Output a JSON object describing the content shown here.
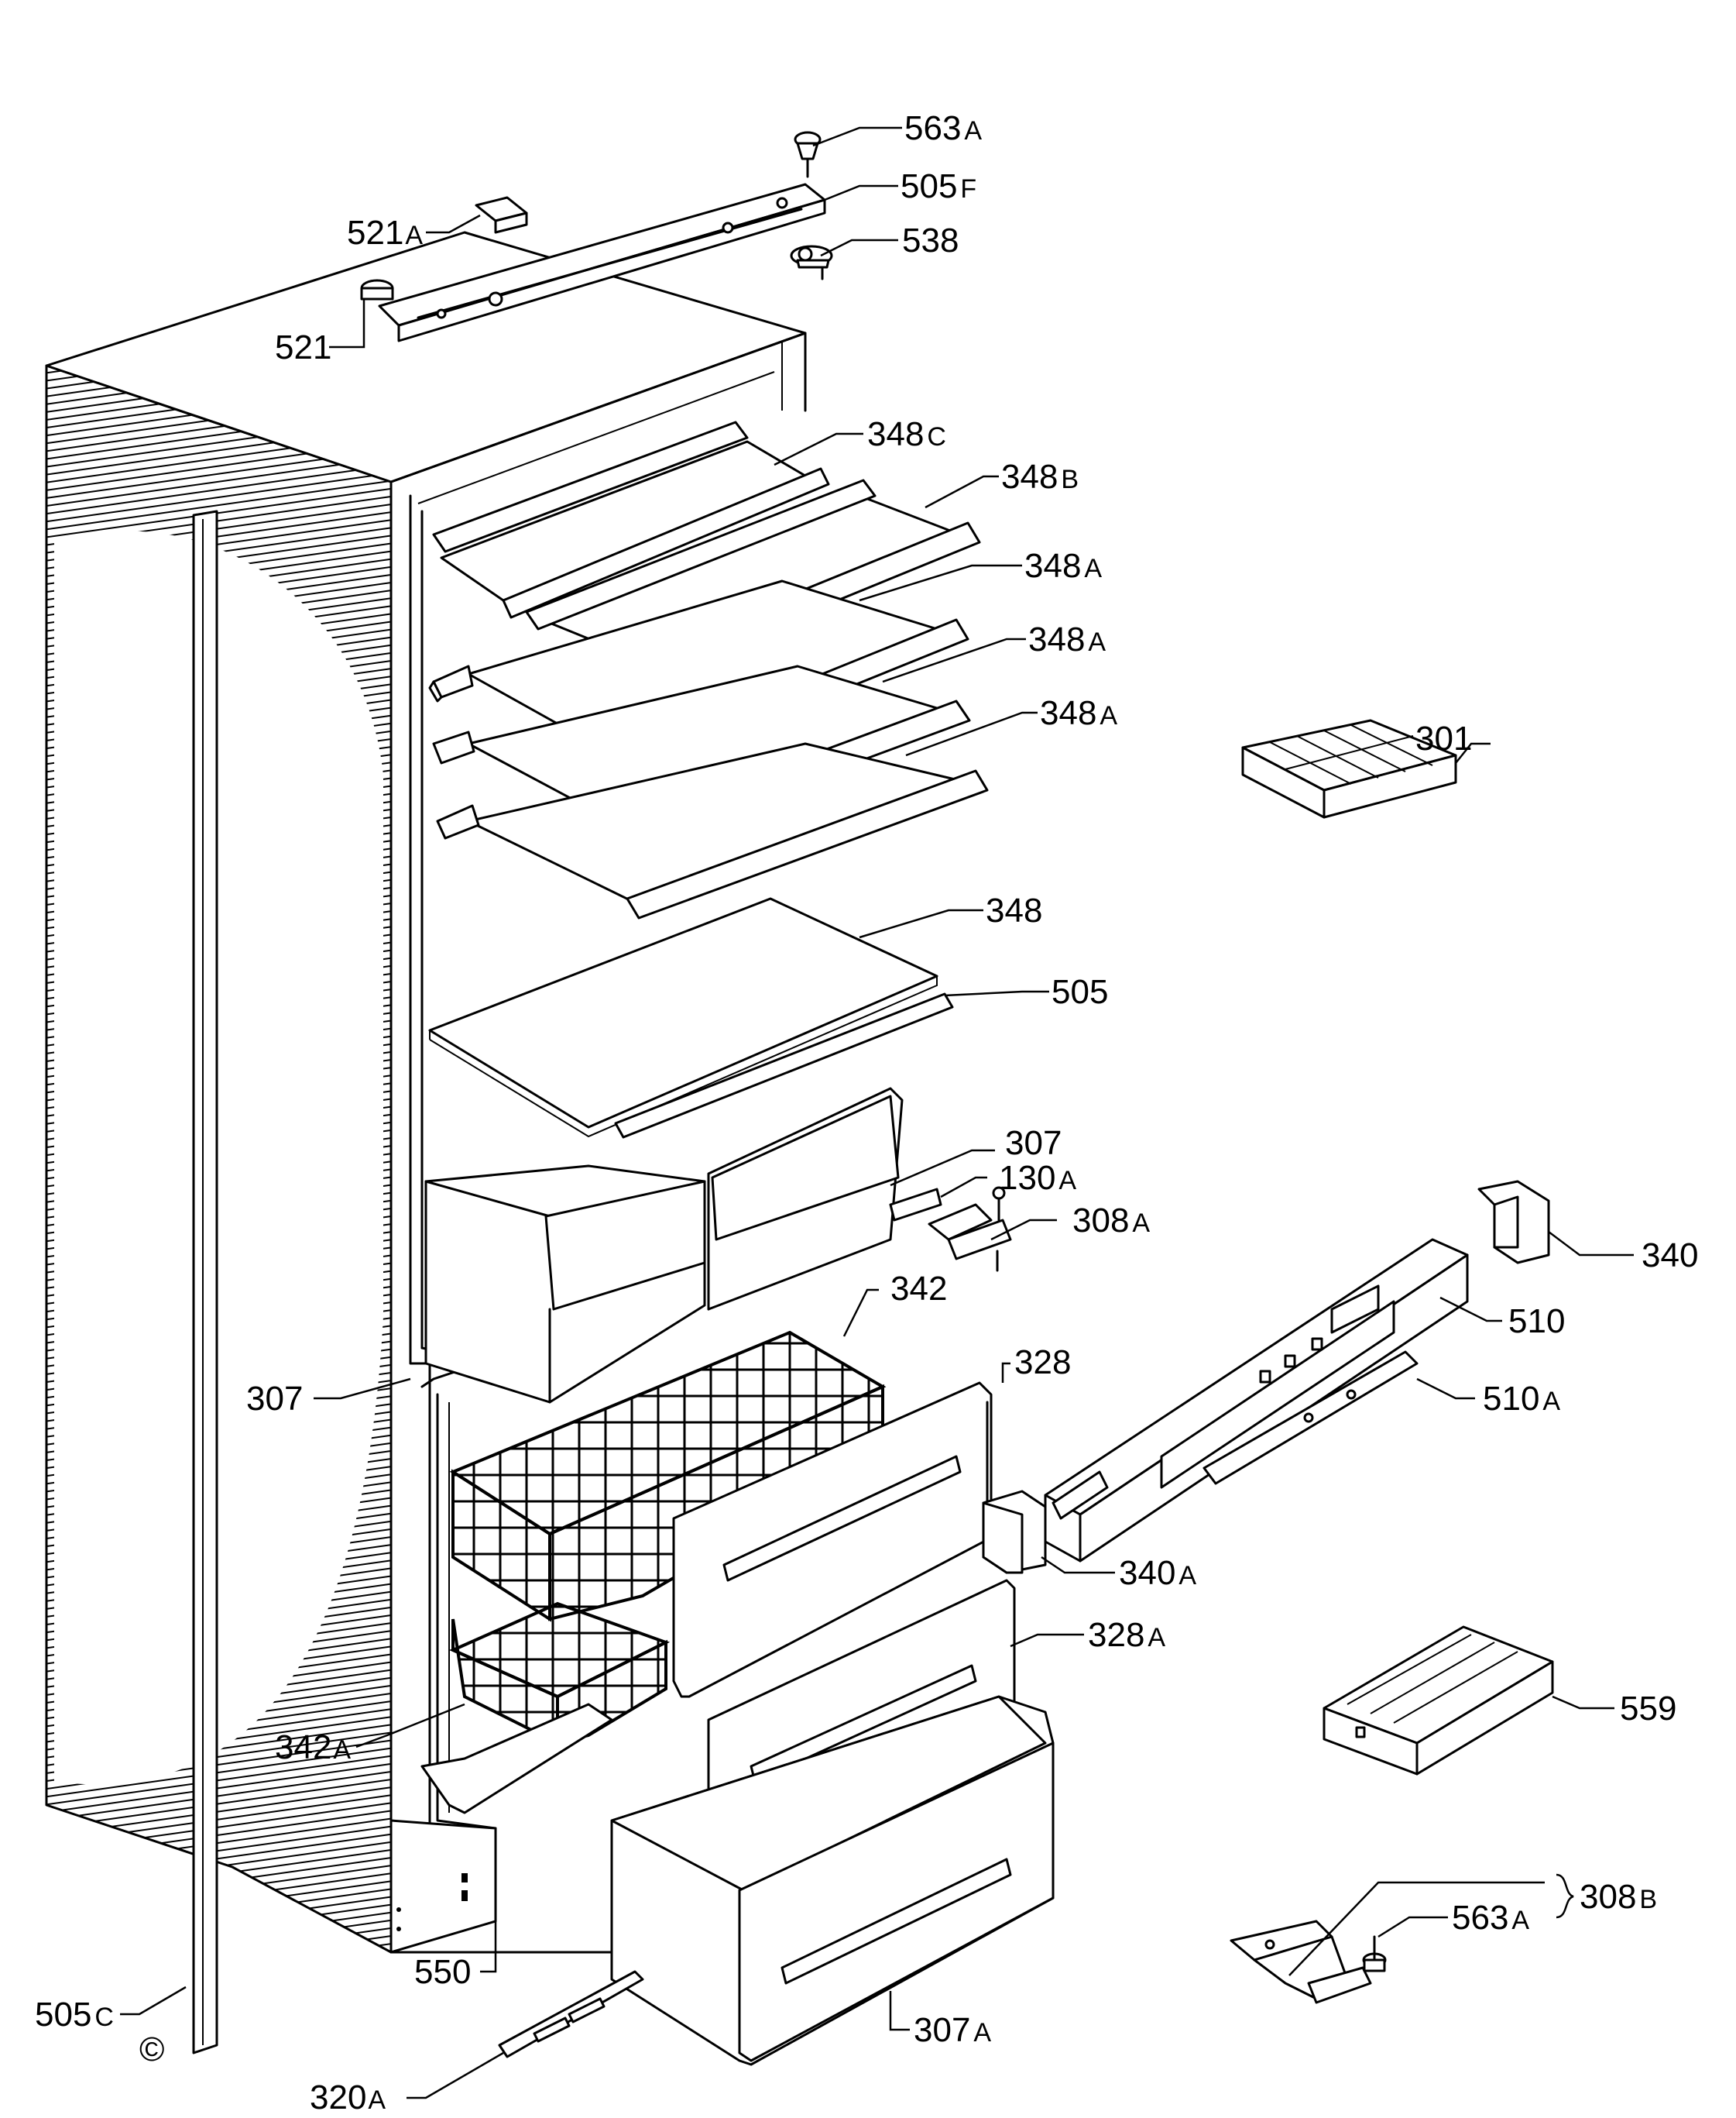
{
  "diagram": {
    "callouts": [
      {
        "id": "563A-top",
        "base": "563",
        "suffix": "A"
      },
      {
        "id": "505F",
        "base": "505",
        "suffix": "F"
      },
      {
        "id": "538",
        "base": "538",
        "suffix": ""
      },
      {
        "id": "521A",
        "base": "521",
        "suffix": "A"
      },
      {
        "id": "521",
        "base": "521",
        "suffix": ""
      },
      {
        "id": "348C",
        "base": "348",
        "suffix": "C"
      },
      {
        "id": "348B",
        "base": "348",
        "suffix": "B"
      },
      {
        "id": "348A-1",
        "base": "348",
        "suffix": "A"
      },
      {
        "id": "348A-2",
        "base": "348",
        "suffix": "A"
      },
      {
        "id": "348A-3",
        "base": "348",
        "suffix": "A"
      },
      {
        "id": "301",
        "base": "301",
        "suffix": ""
      },
      {
        "id": "348",
        "base": "348",
        "suffix": ""
      },
      {
        "id": "505",
        "base": "505",
        "suffix": ""
      },
      {
        "id": "307-right",
        "base": "307",
        "suffix": ""
      },
      {
        "id": "130A",
        "base": "130",
        "suffix": "A"
      },
      {
        "id": "308A",
        "base": "308",
        "suffix": "A"
      },
      {
        "id": "340",
        "base": "340",
        "suffix": ""
      },
      {
        "id": "342",
        "base": "342",
        "suffix": ""
      },
      {
        "id": "510",
        "base": "510",
        "suffix": ""
      },
      {
        "id": "307-left",
        "base": "307",
        "suffix": ""
      },
      {
        "id": "328",
        "base": "328",
        "suffix": ""
      },
      {
        "id": "510A",
        "base": "510",
        "suffix": "A"
      },
      {
        "id": "340A",
        "base": "340",
        "suffix": "A"
      },
      {
        "id": "328A",
        "base": "328",
        "suffix": "A"
      },
      {
        "id": "559",
        "base": "559",
        "suffix": ""
      },
      {
        "id": "342A",
        "base": "342",
        "suffix": "A"
      },
      {
        "id": "308B",
        "base": "308",
        "suffix": "B"
      },
      {
        "id": "563A-bottom",
        "base": "563",
        "suffix": "A"
      },
      {
        "id": "550",
        "base": "550",
        "suffix": ""
      },
      {
        "id": "505C",
        "base": "505",
        "suffix": "C"
      },
      {
        "id": "307A",
        "base": "307",
        "suffix": "A"
      },
      {
        "id": "320A",
        "base": "320",
        "suffix": "A"
      }
    ],
    "copyright": "©"
  }
}
